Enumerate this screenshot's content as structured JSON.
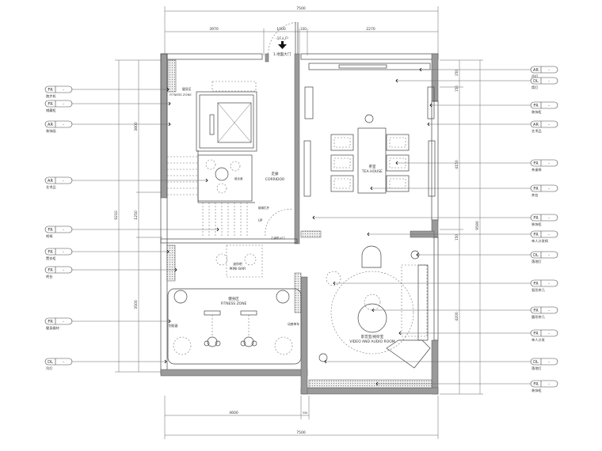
{
  "dimensions": {
    "top_overall": "7500",
    "top_segments": [
      "3970",
      "1000",
      "330",
      "2270"
    ],
    "bottom_overall": "7500",
    "bottom_segments": [
      "4600",
      "330"
    ],
    "left_overall": "9210",
    "left_segments": [
      "3800",
      "1250",
      "3500"
    ],
    "right_overall": "9590",
    "right_segments": [
      "250",
      "150",
      "4150",
      "150",
      "4200"
    ]
  },
  "entrance": {
    "label": "-1F入户",
    "door": "1.地面大门"
  },
  "rooms": {
    "corridor": {
      "cn": "走廊",
      "en": "CORRIDOR"
    },
    "tea_house": {
      "cn": "茶室",
      "en": "TEA HOUSE"
    },
    "video_room": {
      "cn": "影音室/视听室",
      "en": "VIDEO AND AUDIO ROOM"
    },
    "fitness": {
      "cn": "健身区",
      "en": "FITNESS ZONE"
    },
    "fitness_top": {
      "cn": "健身区",
      "en": "FITNESS ZONE"
    },
    "mini_bar": {
      "cn": "迷你吧",
      "en": "MINI BAR"
    }
  },
  "notes": {
    "stair_rail": "楼梯栏杆",
    "up": "UP",
    "fire_door": "乙级防火门",
    "rower": "划船器",
    "bike": "动感单车",
    "bar_table": "组合桌"
  },
  "left_tags": [
    {
      "code": "FR",
      "label": "跑步机"
    },
    {
      "code": "FR",
      "label": "储藏柜"
    },
    {
      "code": "AR",
      "label": "装饰画"
    },
    {
      "code": "AR",
      "label": "艺术品"
    },
    {
      "code": "FR",
      "label": "吧椅"
    },
    {
      "code": "FR",
      "label": "置衣柜"
    },
    {
      "code": "FR",
      "label": "吧台"
    },
    {
      "code": "FR",
      "label": "健身器材"
    },
    {
      "code": "DL",
      "label": "吊灯"
    }
  ],
  "right_tags": [
    {
      "code": "AR",
      "label": "吊灯"
    },
    {
      "code": "DL",
      "label": "筒灯"
    },
    {
      "code": "FR",
      "label": "装饰柜"
    },
    {
      "code": "AR",
      "label": "艺术品"
    },
    {
      "code": "FR",
      "label": "茶桌椅"
    },
    {
      "code": "FR",
      "label": "茶台"
    },
    {
      "code": "FR",
      "label": "装饰柜"
    },
    {
      "code": "FR",
      "label": "单人沙发椅"
    },
    {
      "code": "DL",
      "label": "落地灯"
    },
    {
      "code": "FR",
      "label": "弧形茶几"
    },
    {
      "code": "FR",
      "label": "圆形茶几"
    },
    {
      "code": "FR",
      "label": "单人沙发"
    },
    {
      "code": "DL",
      "label": "落地灯"
    },
    {
      "code": "FR",
      "label": "装饰柜"
    }
  ],
  "tag_suffix": "-"
}
